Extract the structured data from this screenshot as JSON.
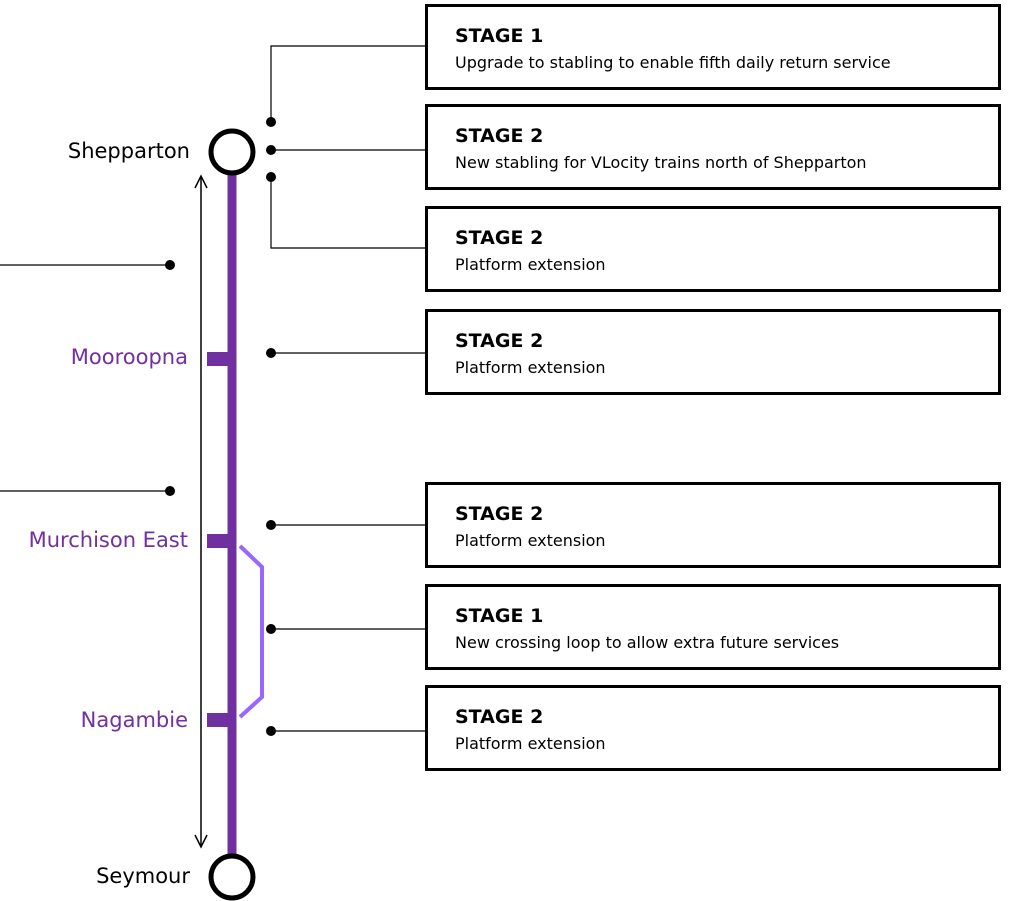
{
  "stations": [
    {
      "name": "Shepparton",
      "kind": "terminus"
    },
    {
      "name": "Mooroopna",
      "kind": "intermediate"
    },
    {
      "name": "Murchison East",
      "kind": "intermediate"
    },
    {
      "name": "Nagambie",
      "kind": "intermediate"
    },
    {
      "name": "Seymour",
      "kind": "terminus"
    }
  ],
  "projects": [
    {
      "stage": "STAGE 1",
      "description": "Upgrade to stabling to enable fifth daily return service"
    },
    {
      "stage": "STAGE 2",
      "description": "New stabling for VLocity trains north of Shepparton"
    },
    {
      "stage": "STAGE 2",
      "description": "Platform extension"
    },
    {
      "stage": "STAGE 2",
      "description": "Platform extension"
    },
    {
      "stage": "STAGE 2",
      "description": "Platform extension"
    },
    {
      "stage": "STAGE 1",
      "description": "New crossing loop to allow extra future services"
    },
    {
      "stage": "STAGE 2",
      "description": "Platform extension"
    }
  ],
  "colors": {
    "line": "#7030a0",
    "crossing_loop": "#9966ff",
    "intermediate_station_text": "#7030a0",
    "terminus_text": "#000000"
  }
}
